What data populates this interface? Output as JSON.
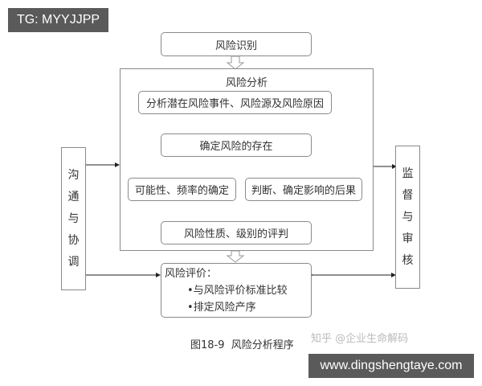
{
  "watermarks": {
    "top_left_tag": "TG: MYYJJPP",
    "bottom_right_tag": "www.dingshengtaye.com",
    "zhihu_credit": "知乎 @企业生命解码"
  },
  "diagram": {
    "identify": "风险识别",
    "analysis_title": "风险分析",
    "analyze_step": "分析潜在风险事件、风险源及风险原因",
    "confirm_step": "确定风险的存在",
    "likelihood_step": "可能性、频率的确定",
    "impact_step": "判断、确定影响的后果",
    "rating_step": "风险性质、级别的评判",
    "evaluation": {
      "title": "风险评价：",
      "bullets": [
        "•与风险评价标准比较",
        "•排定风险产序"
      ]
    },
    "left_side": [
      "沟",
      "通",
      "与",
      "协",
      "调"
    ],
    "right_side": [
      "监",
      "督",
      "与",
      "审",
      "核"
    ]
  },
  "caption": "图18-9  风险分析程序"
}
